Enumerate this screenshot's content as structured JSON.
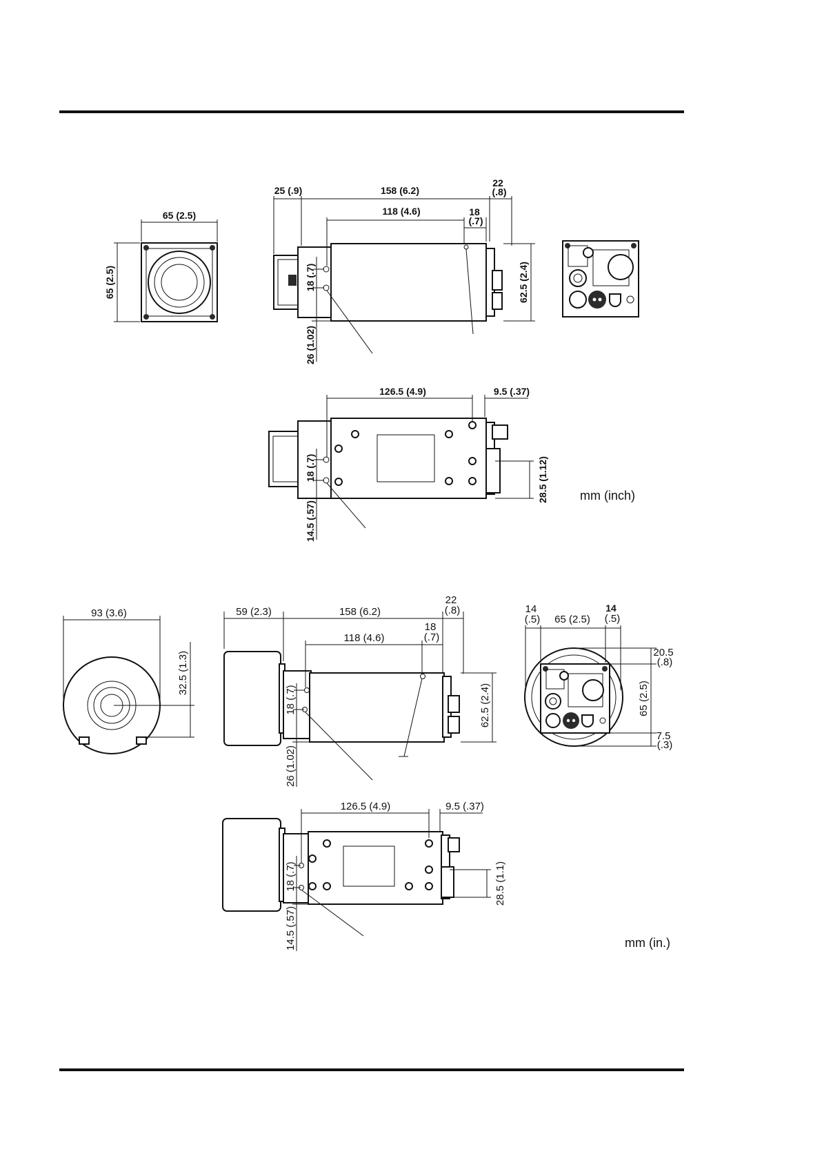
{
  "diagram1": {
    "front": {
      "width": "65 (2.5)",
      "height": "65 (2.5)"
    },
    "side": {
      "lens": "25 (.9)",
      "body": "158 (6.2)",
      "rear_top": "22",
      "rear_bottom": "(.8)",
      "holes": "118 (4.6)",
      "rear_hole_top": "18",
      "rear_hole_bottom": "(.7)",
      "height": "62.5 (2.4)",
      "hole_vertical": "18 (.7)",
      "hole_bottom": "26 (1.02)"
    },
    "bottom": {
      "holes": "126.5 (4.9)",
      "rear": "9.5 (.37)",
      "hole_vertical": "18 (.7)",
      "hole_bottom": "14.5 (.57)",
      "connector": "28.5 (1.12)"
    },
    "unit": "mm (inch)"
  },
  "diagram2": {
    "front": {
      "width": "93 (3.6)",
      "offset": "32.5 (1.3)"
    },
    "side": {
      "lens": "59 (2.3)",
      "body": "158 (6.2)",
      "rear_top": "22",
      "rear_bottom": "(.8)",
      "holes": "118 (4.6)",
      "rear_hole_top": "18",
      "rear_hole_bottom": "(.7)",
      "height": "62.5 (2.4)",
      "hole_vertical": "18 (.7)",
      "hole_bottom": "26 (1.02)"
    },
    "rear": {
      "left_top": "14",
      "left_bottom": "(.5)",
      "width": "65 (2.5)",
      "right_top": "14",
      "right_bottom": "(.5)",
      "top_top": "20.5",
      "top_bottom": "(.8)",
      "height": "65 (2.5)",
      "bottom_top": "7.5",
      "bottom_bottom": "(.3)"
    },
    "bottom": {
      "holes": "126.5 (4.9)",
      "rear": "9.5 (.37)",
      "hole_vertical": "18 (.7)",
      "hole_bottom": "14.5 (.57)",
      "connector": "28.5 (1.1)"
    },
    "unit": "mm (in.)"
  }
}
